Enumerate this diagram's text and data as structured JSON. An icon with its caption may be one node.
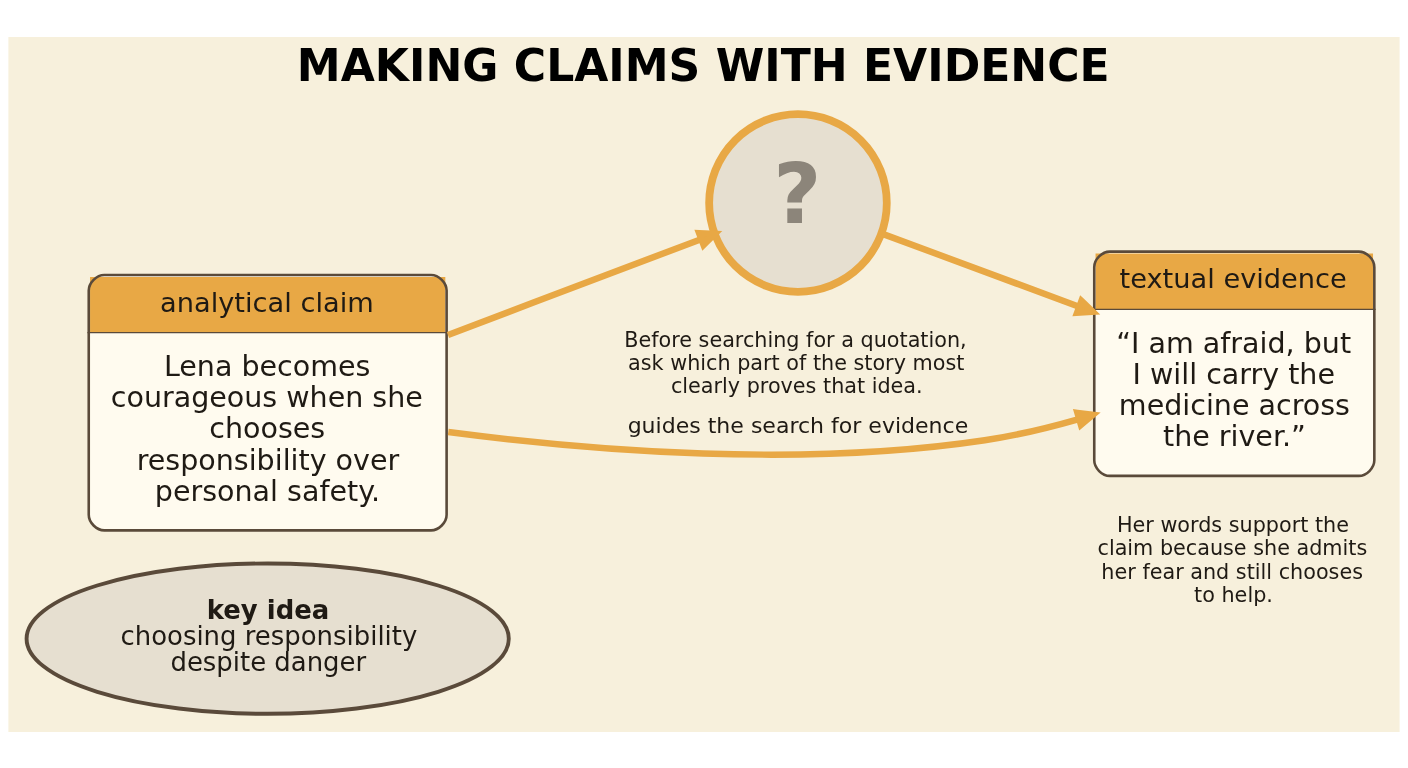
{
  "diagram": {
    "title": "MAKING CLAIMS WITH EVIDENCE",
    "nodes": [
      {
        "text": [
          "analytical claim",
          "Lena becomes courageous when she chooses responsibility over personal safety."
        ]
      },
      {
        "text": [
          "?"
        ],
        "beside": [
          "Before searching for a quotation, ask which part of the story most clearly proves that idea."
        ]
      },
      {
        "text": [
          "textual evidence",
          "“I am afraid, but I will carry the medicine across the river.”"
        ],
        "beside": [
          "Her words support the claim because she admits her fear and still chooses to help."
        ]
      },
      {
        "text": [
          "key idea",
          "choosing responsibility despite danger"
        ]
      }
    ],
    "edges": [
      {
        "from": 0,
        "to": 2,
        "arrow": "to",
        "label": "guides the search for evidence"
      },
      {
        "from": 0,
        "to": 1,
        "arrow": "to"
      },
      {
        "from": 1,
        "to": 2,
        "arrow": "to"
      }
    ]
  }
}
